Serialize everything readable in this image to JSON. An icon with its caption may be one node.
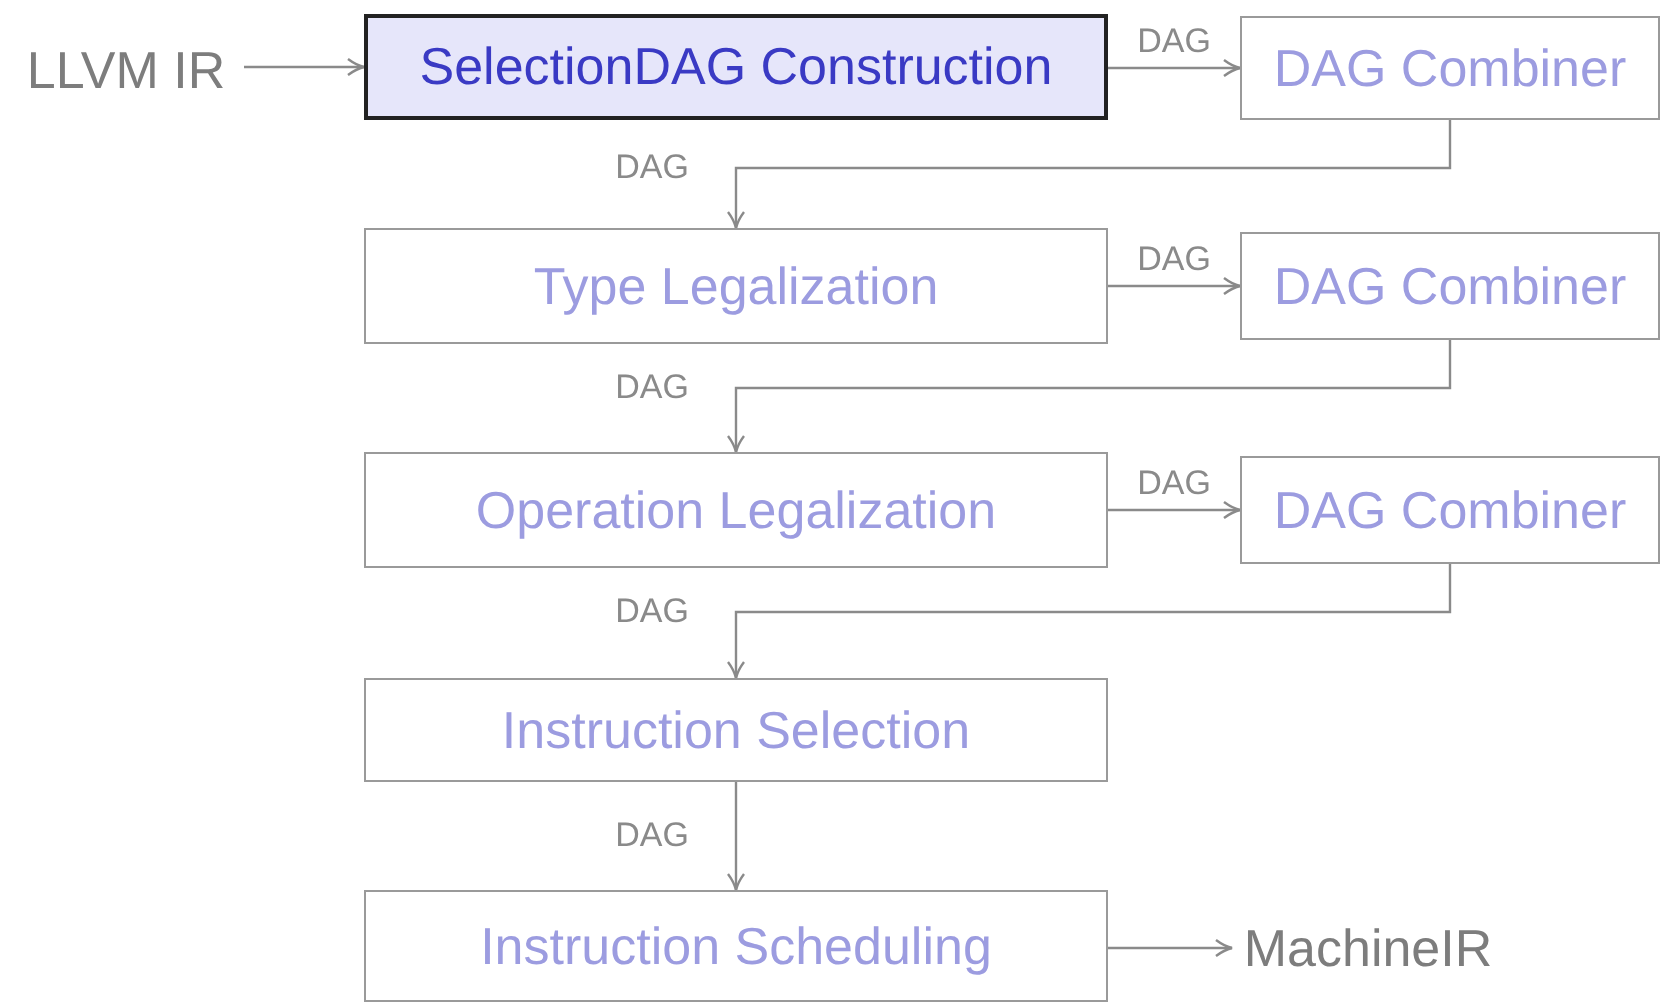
{
  "diagram": {
    "nodes": [
      {
        "text": [
          "LLVM IR"
        ]
      },
      {
        "text": [
          "SelectionDAG Construction"
        ]
      },
      {
        "text": [
          "DAG Combiner"
        ]
      },
      {
        "text": [
          "Type Legalization"
        ]
      },
      {
        "text": [
          "DAG Combiner"
        ]
      },
      {
        "text": [
          "Operation Legalization"
        ]
      },
      {
        "text": [
          "DAG Combiner"
        ]
      },
      {
        "text": [
          "Instruction Selection"
        ]
      },
      {
        "text": [
          "Instruction Scheduling"
        ]
      },
      {
        "text": [
          "MachineIR"
        ]
      }
    ],
    "edges": [
      {
        "from": 0,
        "to": 1,
        "arrow": "to"
      },
      {
        "from": 1,
        "to": 2,
        "arrow": "to",
        "label": "DAG"
      },
      {
        "from": 2,
        "to": 3,
        "arrow": "to",
        "label": "DAG"
      },
      {
        "from": 3,
        "to": 4,
        "arrow": "to",
        "label": "DAG"
      },
      {
        "from": 4,
        "to": 5,
        "arrow": "to",
        "label": "DAG"
      },
      {
        "from": 5,
        "to": 6,
        "arrow": "to",
        "label": "DAG"
      },
      {
        "from": 6,
        "to": 7,
        "arrow": "to",
        "label": "DAG"
      },
      {
        "from": 7,
        "to": 8,
        "arrow": "to",
        "label": "DAG"
      },
      {
        "from": 8,
        "to": 9,
        "arrow": "to"
      }
    ]
  }
}
